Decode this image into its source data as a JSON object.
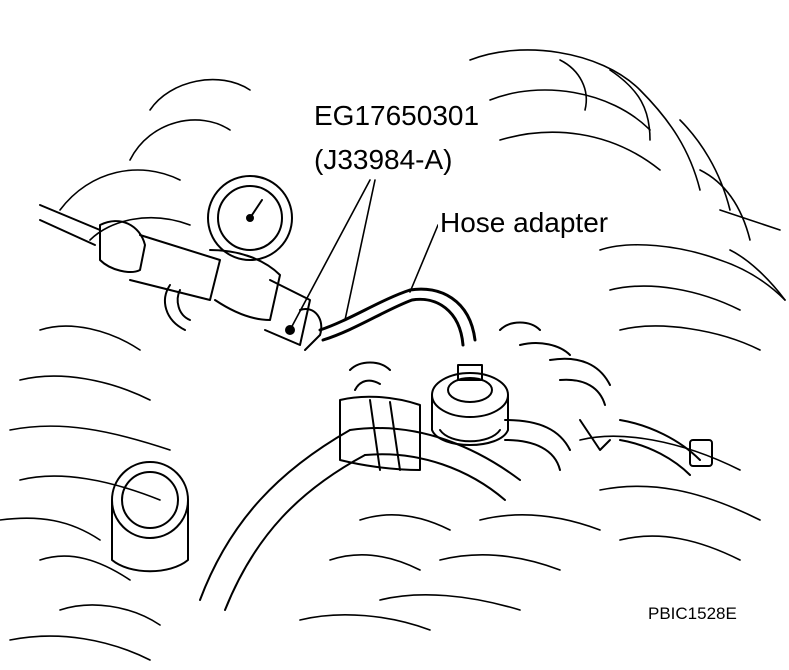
{
  "labels": {
    "tool_number": "EG17650301",
    "tool_alt_number": "(J33984-A)",
    "hose_adapter": "Hose adapter",
    "figure_id": "PBIC1528E"
  },
  "colors": {
    "line": "#000000",
    "background": "#ffffff"
  }
}
